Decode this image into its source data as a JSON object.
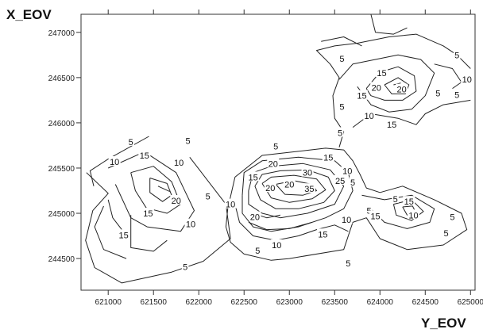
{
  "chart_data": {
    "type": "contour",
    "title": "",
    "xlabel": "Y_EOV",
    "ylabel": "X_EOV",
    "xlim": [
      620700,
      625050
    ],
    "ylim": [
      244150,
      247200
    ],
    "xticks": [
      621000,
      621500,
      622000,
      622500,
      623000,
      623500,
      624000,
      624500,
      625000
    ],
    "yticks": [
      244500,
      245000,
      245500,
      246000,
      246500,
      247000
    ],
    "grid": false,
    "contour_levels": [
      5,
      10,
      15,
      20,
      25,
      30,
      35
    ],
    "contour_labels": [
      {
        "text": "5",
        "x": 621250,
        "y": 245790
      },
      {
        "text": "10",
        "x": 621070,
        "y": 245570
      },
      {
        "text": "15",
        "x": 621400,
        "y": 245640
      },
      {
        "text": "10",
        "x": 621780,
        "y": 245560
      },
      {
        "text": "5",
        "x": 621880,
        "y": 245800
      },
      {
        "text": "20",
        "x": 621750,
        "y": 245140
      },
      {
        "text": "5",
        "x": 622100,
        "y": 245190
      },
      {
        "text": "15",
        "x": 621440,
        "y": 245000
      },
      {
        "text": "10",
        "x": 621910,
        "y": 244880
      },
      {
        "text": "15",
        "x": 621170,
        "y": 244760
      },
      {
        "text": "5",
        "x": 621850,
        "y": 244410
      },
      {
        "text": "5",
        "x": 622850,
        "y": 245740
      },
      {
        "text": "20",
        "x": 622820,
        "y": 245550
      },
      {
        "text": "15",
        "x": 622600,
        "y": 245400
      },
      {
        "text": "20",
        "x": 622790,
        "y": 245280
      },
      {
        "text": "20",
        "x": 623000,
        "y": 245320
      },
      {
        "text": "30",
        "x": 623200,
        "y": 245450
      },
      {
        "text": "35",
        "x": 623220,
        "y": 245270
      },
      {
        "text": "15",
        "x": 623430,
        "y": 245620
      },
      {
        "text": "10",
        "x": 623640,
        "y": 245470
      },
      {
        "text": "5",
        "x": 623700,
        "y": 245340
      },
      {
        "text": "25",
        "x": 623560,
        "y": 245360
      },
      {
        "text": "10",
        "x": 622350,
        "y": 245100
      },
      {
        "text": "20",
        "x": 622620,
        "y": 244960
      },
      {
        "text": "5",
        "x": 622650,
        "y": 244590
      },
      {
        "text": "10",
        "x": 622860,
        "y": 244650
      },
      {
        "text": "15",
        "x": 623370,
        "y": 244770
      },
      {
        "text": "10",
        "x": 623630,
        "y": 244930
      },
      {
        "text": "5",
        "x": 623650,
        "y": 244450
      },
      {
        "text": "5",
        "x": 623880,
        "y": 245030
      },
      {
        "text": "15",
        "x": 623950,
        "y": 244970
      },
      {
        "text": "5",
        "x": 624170,
        "y": 245160
      },
      {
        "text": "10",
        "x": 624370,
        "y": 244980
      },
      {
        "text": "15",
        "x": 624320,
        "y": 245130
      },
      {
        "text": "5",
        "x": 624800,
        "y": 244960
      },
      {
        "text": "5",
        "x": 624730,
        "y": 244780
      },
      {
        "text": "5",
        "x": 623580,
        "y": 246180
      },
      {
        "text": "5",
        "x": 623560,
        "y": 245890
      },
      {
        "text": "15",
        "x": 623800,
        "y": 246300
      },
      {
        "text": "10",
        "x": 623880,
        "y": 246080
      },
      {
        "text": "15",
        "x": 624130,
        "y": 245980
      },
      {
        "text": "20",
        "x": 623960,
        "y": 246390
      },
      {
        "text": "15",
        "x": 624020,
        "y": 246550
      },
      {
        "text": "20",
        "x": 624240,
        "y": 246370
      },
      {
        "text": "5",
        "x": 623580,
        "y": 246710
      },
      {
        "text": "5",
        "x": 624850,
        "y": 246750
      },
      {
        "text": "10",
        "x": 624960,
        "y": 246480
      },
      {
        "text": "5",
        "x": 624850,
        "y": 246310
      },
      {
        "text": "5",
        "x": 624640,
        "y": 246330
      }
    ],
    "contour_paths": [
      [
        [
          621450,
          245850
        ],
        [
          621000,
          245600
        ],
        [
          620800,
          245470
        ],
        [
          620840,
          245300
        ]
      ],
      [
        [
          621900,
          245620
        ],
        [
          622300,
          245100
        ],
        [
          622350,
          244720
        ],
        [
          622050,
          244470
        ],
        [
          621700,
          244350
        ],
        [
          621150,
          244230
        ],
        [
          620850,
          244400
        ],
        [
          620750,
          244700
        ],
        [
          620830,
          245030
        ],
        [
          621000,
          245220
        ],
        [
          620760,
          245450
        ]
      ],
      [
        [
          621000,
          245500
        ],
        [
          621400,
          245680
        ],
        [
          621750,
          245450
        ],
        [
          621950,
          245030
        ],
        [
          621800,
          244800
        ],
        [
          621430,
          244850
        ],
        [
          621250,
          244950
        ],
        [
          621080,
          245320
        ]
      ],
      [
        [
          621250,
          245450
        ],
        [
          621500,
          245520
        ],
        [
          621700,
          245350
        ],
        [
          621800,
          245100
        ],
        [
          621650,
          245000
        ],
        [
          621420,
          245060
        ],
        [
          621300,
          245250
        ],
        [
          621250,
          245450
        ]
      ],
      [
        [
          621460,
          245390
        ],
        [
          621650,
          245330
        ],
        [
          621700,
          245200
        ],
        [
          621600,
          245130
        ],
        [
          621460,
          245230
        ],
        [
          621460,
          245390
        ]
      ],
      [
        [
          621550,
          245300
        ],
        [
          621680,
          245240
        ]
      ],
      [
        [
          620950,
          245080
        ],
        [
          620850,
          244850
        ],
        [
          620950,
          244600
        ],
        [
          621200,
          244500
        ]
      ],
      [
        [
          621000,
          245150
        ],
        [
          621050,
          244950
        ],
        [
          621150,
          244820
        ]
      ],
      [
        [
          621250,
          244980
        ],
        [
          621250,
          244620
        ],
        [
          621500,
          244580
        ],
        [
          621650,
          244700
        ]
      ],
      [
        [
          622400,
          245400
        ],
        [
          622700,
          245640
        ],
        [
          623400,
          245720
        ],
        [
          623600,
          245700
        ],
        [
          623700,
          245580
        ],
        [
          623780,
          245430
        ],
        [
          623850,
          245280
        ],
        [
          624000,
          245230
        ],
        [
          624250,
          245300
        ],
        [
          624600,
          245150
        ],
        [
          624900,
          245000
        ],
        [
          624960,
          244820
        ],
        [
          624700,
          244650
        ],
        [
          624300,
          244600
        ],
        [
          624000,
          244720
        ],
        [
          623850,
          244950
        ],
        [
          623700,
          244900
        ],
        [
          623600,
          244600
        ],
        [
          623000,
          244500
        ],
        [
          622800,
          244480
        ],
        [
          622500,
          244550
        ],
        [
          622350,
          244680
        ],
        [
          622300,
          244850
        ],
        [
          622320,
          245050
        ],
        [
          622400,
          245400
        ]
      ],
      [
        [
          622480,
          245200
        ],
        [
          622500,
          245450
        ],
        [
          622700,
          245580
        ],
        [
          623100,
          245620
        ],
        [
          623500,
          245580
        ],
        [
          623650,
          245450
        ],
        [
          623700,
          245250
        ],
        [
          623600,
          245050
        ],
        [
          623400,
          244950
        ],
        [
          623100,
          244850
        ],
        [
          622800,
          244800
        ],
        [
          622600,
          244850
        ],
        [
          622480,
          245000
        ],
        [
          622480,
          245200
        ]
      ],
      [
        [
          622550,
          245250
        ],
        [
          622600,
          245450
        ],
        [
          622800,
          245520
        ],
        [
          623150,
          245550
        ],
        [
          623450,
          245480
        ],
        [
          623600,
          245300
        ],
        [
          623500,
          245100
        ],
        [
          623200,
          245000
        ],
        [
          622900,
          244950
        ],
        [
          622700,
          245000
        ],
        [
          622550,
          245100
        ],
        [
          622550,
          245250
        ]
      ],
      [
        [
          622620,
          245300
        ],
        [
          622700,
          245430
        ],
        [
          622900,
          245470
        ],
        [
          623200,
          245480
        ],
        [
          623430,
          245400
        ],
        [
          623500,
          245250
        ],
        [
          623380,
          245120
        ],
        [
          623100,
          245050
        ],
        [
          622850,
          245050
        ],
        [
          622680,
          245150
        ],
        [
          622620,
          245300
        ]
      ],
      [
        [
          622700,
          245330
        ],
        [
          622800,
          245400
        ],
        [
          623050,
          245420
        ],
        [
          623300,
          245380
        ],
        [
          623400,
          245260
        ],
        [
          623250,
          245160
        ],
        [
          623000,
          245120
        ],
        [
          622800,
          245170
        ],
        [
          622700,
          245330
        ]
      ],
      [
        [
          622850,
          245320
        ],
        [
          623050,
          245360
        ],
        [
          623250,
          245320
        ],
        [
          623300,
          245250
        ],
        [
          623150,
          245200
        ],
        [
          622950,
          245210
        ],
        [
          622850,
          245320
        ]
      ],
      [
        [
          622400,
          245100
        ],
        [
          622450,
          244900
        ],
        [
          622600,
          244750
        ],
        [
          622850,
          244700
        ],
        [
          623100,
          244750
        ],
        [
          623300,
          244820
        ],
        [
          623500,
          244870
        ],
        [
          623650,
          244800
        ]
      ],
      [
        [
          622550,
          244900
        ],
        [
          622750,
          244820
        ],
        [
          623000,
          244830
        ],
        [
          623250,
          244900
        ]
      ],
      [
        [
          622600,
          245000
        ],
        [
          622750,
          244950
        ],
        [
          622900,
          244980
        ]
      ],
      [
        [
          623800,
          245200
        ],
        [
          624050,
          245150
        ],
        [
          624350,
          245200
        ],
        [
          624600,
          245050
        ],
        [
          624550,
          244900
        ],
        [
          624300,
          244830
        ],
        [
          624050,
          244900
        ],
        [
          623900,
          245050
        ]
      ],
      [
        [
          624150,
          245100
        ],
        [
          624350,
          245150
        ],
        [
          624480,
          245020
        ],
        [
          624350,
          244920
        ],
        [
          624180,
          244980
        ],
        [
          624150,
          245100
        ]
      ],
      [
        [
          624250,
          245070
        ],
        [
          624360,
          245080
        ],
        [
          624400,
          245000
        ],
        [
          624300,
          244980
        ],
        [
          624250,
          245070
        ]
      ],
      [
        [
          623550,
          245730
        ],
        [
          623600,
          245900
        ],
        [
          623500,
          246050
        ],
        [
          623480,
          246300
        ],
        [
          623550,
          246500
        ],
        [
          623450,
          246650
        ],
        [
          623300,
          246800
        ],
        [
          623500,
          246850
        ],
        [
          623750,
          246880
        ],
        [
          624100,
          246950
        ],
        [
          624400,
          246980
        ],
        [
          624700,
          246850
        ],
        [
          624850,
          246750
        ],
        [
          625000,
          246600
        ]
      ],
      [
        [
          623700,
          245950
        ],
        [
          623900,
          246100
        ],
        [
          624200,
          246050
        ],
        [
          624400,
          245980
        ],
        [
          624500,
          246100
        ],
        [
          624700,
          246200
        ],
        [
          625000,
          246250
        ]
      ],
      [
        [
          623550,
          246480
        ],
        [
          623700,
          246650
        ],
        [
          623950,
          246700
        ],
        [
          624200,
          246750
        ],
        [
          624450,
          246700
        ],
        [
          624600,
          246550
        ],
        [
          624500,
          246300
        ],
        [
          624350,
          246150
        ],
        [
          624100,
          246120
        ],
        [
          623900,
          246200
        ],
        [
          623750,
          246400
        ]
      ],
      [
        [
          623850,
          246380
        ],
        [
          624000,
          246560
        ],
        [
          624200,
          246620
        ],
        [
          624380,
          246520
        ],
        [
          624400,
          246350
        ],
        [
          624250,
          246250
        ],
        [
          624050,
          246250
        ],
        [
          623900,
          246300
        ],
        [
          623850,
          246380
        ]
      ],
      [
        [
          624050,
          246420
        ],
        [
          624200,
          246500
        ],
        [
          624320,
          246420
        ],
        [
          624280,
          246320
        ],
        [
          624130,
          246320
        ],
        [
          624050,
          246420
        ]
      ],
      [
        [
          624150,
          246420
        ],
        [
          624230,
          246440
        ]
      ],
      [
        [
          624600,
          246650
        ],
        [
          624800,
          246600
        ],
        [
          624900,
          246450
        ],
        [
          624800,
          246380
        ]
      ],
      [
        [
          623350,
          246900
        ],
        [
          623600,
          246950
        ],
        [
          623800,
          246850
        ]
      ],
      [
        [
          623900,
          247200
        ],
        [
          623950,
          247000
        ],
        [
          624150,
          246980
        ],
        [
          624300,
          247050
        ]
      ]
    ]
  }
}
